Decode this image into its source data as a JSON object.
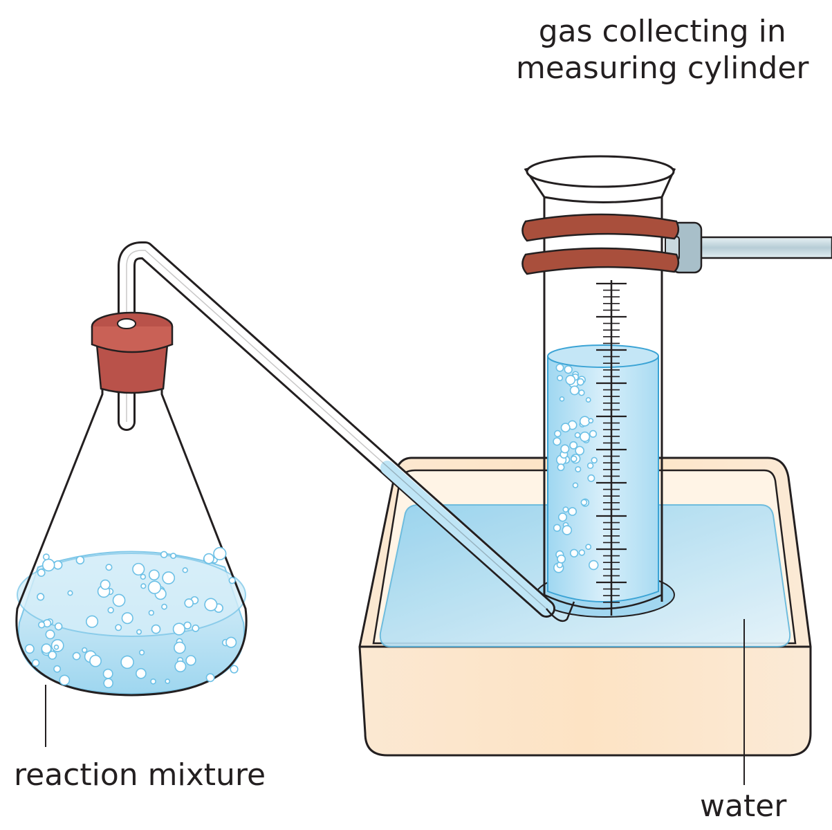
{
  "labels": {
    "gas_collecting_line1": "gas collecting in",
    "gas_collecting_line2": "measuring cylinder",
    "reaction_mixture": "reaction mixture",
    "water": "water"
  },
  "colors": {
    "water": "#a9dcf2",
    "water_light": "#d6eefa",
    "trough": "#fbe3c8",
    "stopper": "#b9524a",
    "clamp_ring": "#a94f3c",
    "clamp_rod": "#c8dce3",
    "outline": "#231f20"
  }
}
